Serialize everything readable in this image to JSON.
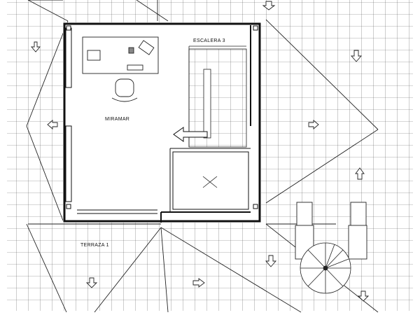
{
  "plan": {
    "room_label": "MIRAMAR",
    "stair_label": "ESCALERA 3",
    "terrace_label": "TERRAZA 1"
  },
  "colors": {
    "line": "#222222",
    "grid": "#555555",
    "wall": "#111111",
    "background": "#ffffff"
  },
  "icons": [
    "arrow-up-icon",
    "arrow-down-icon",
    "arrow-left-icon",
    "arrow-right-icon",
    "spiral-stair-icon",
    "cross-x-icon"
  ]
}
